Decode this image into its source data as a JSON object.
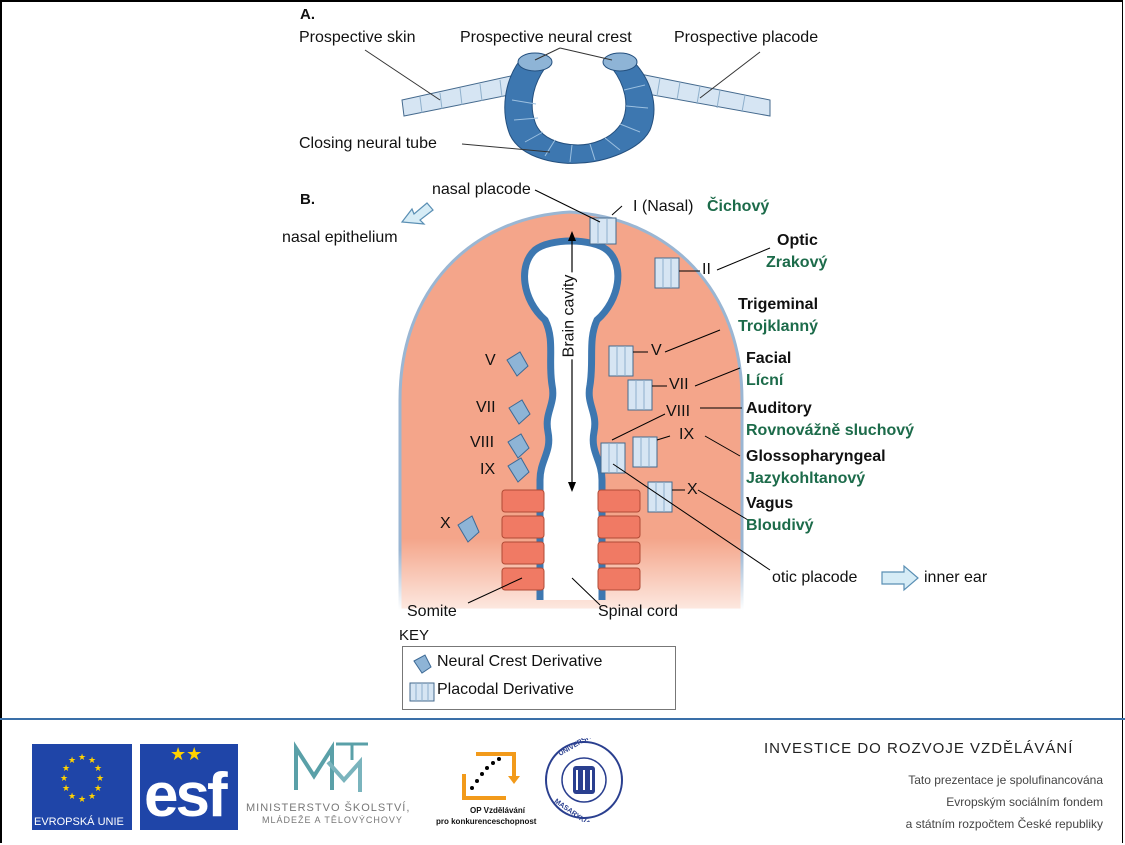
{
  "section_a": {
    "label": "A.",
    "prospective_skin": "Prospective skin",
    "prospective_neural_crest": "Prospective neural crest",
    "prospective_placode": "Prospective placode",
    "closing_neural_tube": "Closing neural tube"
  },
  "section_b": {
    "label": "B.",
    "nasal_placode": "nasal placode",
    "nasal_epithelium": "nasal epithelium",
    "brain_cavity": "Brain cavity",
    "otic_placode": "otic placode",
    "inner_ear": "inner ear",
    "somite": "Somite",
    "spinal_cord": "Spinal cord",
    "left_crest_labels": [
      "V",
      "VII",
      "VIII",
      "IX",
      "X"
    ],
    "placodal_roman": [
      "II",
      "V",
      "VII",
      "VIII",
      "IX",
      "X"
    ],
    "nerves": [
      {
        "english": "I (Nasal)",
        "czech": "Čichový"
      },
      {
        "english": "Optic",
        "czech": "Zrakový"
      },
      {
        "english": "Trigeminal",
        "czech": "Trojklanný"
      },
      {
        "english": "Facial",
        "czech": "Lícní"
      },
      {
        "english": "Auditory",
        "czech": "Rovnovážně sluchový"
      },
      {
        "english": "Glossopharyngeal",
        "czech": "Jazykohltanový"
      },
      {
        "english": "Vagus",
        "czech": "Bloudivý"
      }
    ]
  },
  "key": {
    "title": "KEY",
    "neural_crest": "Neural Crest Derivative",
    "placodal": "Placodal Derivative"
  },
  "footer": {
    "eu_label": "EVROPSKÁ UNIE",
    "esf_label": "esf",
    "msmt_line1": "MINISTERSTVO ŠKOLSTVÍ,",
    "msmt_line2": "MLÁDEŽE A TĚLOVÝCHOVY",
    "op_line1": "OP Vzdělávání",
    "op_line2": "pro konkurenceschopnost",
    "muni_text": "UNIVERSITAS MASARYKIANA BRUNENSIS",
    "heading": "INVESTICE DO ROZVOJE VZDĚLÁVÁNÍ",
    "line1": "Tato prezentace je spolufinancována",
    "line2": "Evropským sociálním fondem",
    "line3": "a státním rozpočtem České republiky"
  },
  "colors": {
    "tissue": "#f4a58a",
    "tube_blue": "#3d77b0",
    "light_blue": "#cfe0ef",
    "somite": "#f07a64",
    "czech_green": "#1c6b4a",
    "footer_line": "#3a6fa8",
    "eu_blue": "#1f45a8",
    "eu_star": "#ffd200"
  },
  "icons": [
    "neural-crest-icon",
    "placodal-icon",
    "arrow-right-icon",
    "arrow-up-left-icon",
    "eu-flag-icon"
  ]
}
